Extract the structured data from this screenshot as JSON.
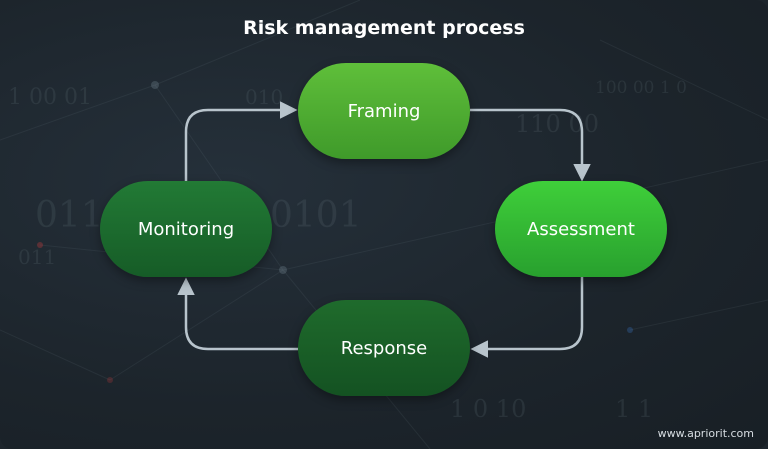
{
  "title": "Risk management process",
  "nodes": {
    "framing": "Framing",
    "assessment": "Assessment",
    "response": "Response",
    "monitoring": "Monitoring"
  },
  "footer": "www.apriorit.com",
  "background_digits": [
    "1 00 01",
    "010",
    "110 00",
    "100 00 1 0",
    "011",
    "0101",
    "011",
    "0101",
    "1 0 10",
    "1 1"
  ],
  "colors": {
    "background": "#1d252c",
    "framing": "#4fae32",
    "assessment": "#34b834",
    "response": "#17592a",
    "monitoring": "#1c6a2e",
    "arrow": "#b8c4cc"
  },
  "icons": [
    "arrow-head-icon"
  ]
}
